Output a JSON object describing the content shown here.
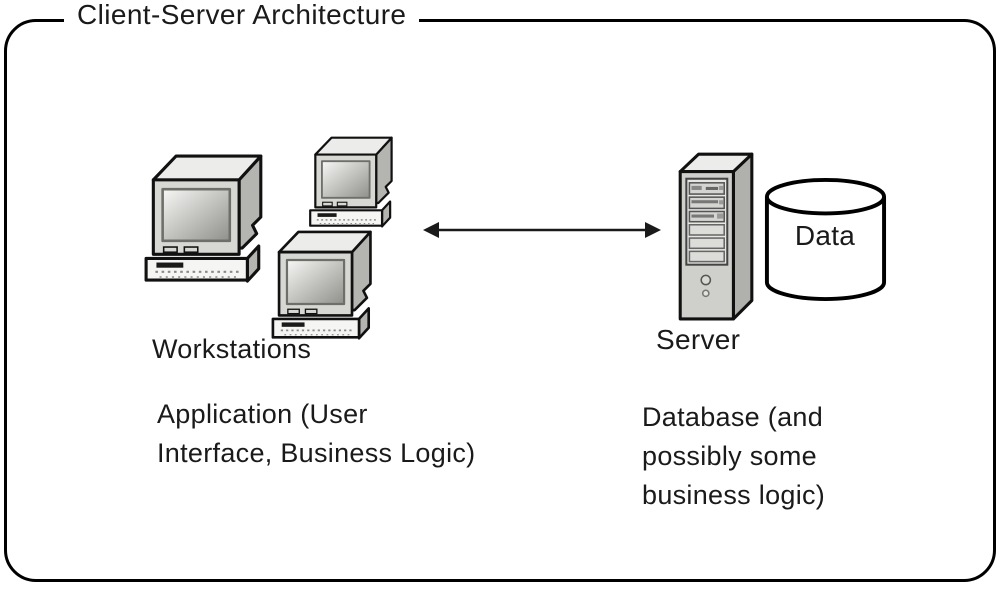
{
  "diagram": {
    "title": "Client-Server Architecture",
    "client": {
      "label": "Workstations",
      "machine_count": 3,
      "description": "Application (User\nInterface, Business Logic)"
    },
    "connection": {
      "type": "bidirectional-arrow"
    },
    "server": {
      "label": "Server",
      "data_store_label": "Data",
      "description": "Database (and\npossibly some\nbusiness logic)"
    },
    "colors": {
      "outline": "#000000",
      "background": "#ffffff",
      "machine_body": "#d7d7d3",
      "machine_top": "#ececea",
      "machine_side": "#b4b4b0",
      "screen_dark": "#8f8f8b",
      "text": "#1a1a1a"
    }
  }
}
